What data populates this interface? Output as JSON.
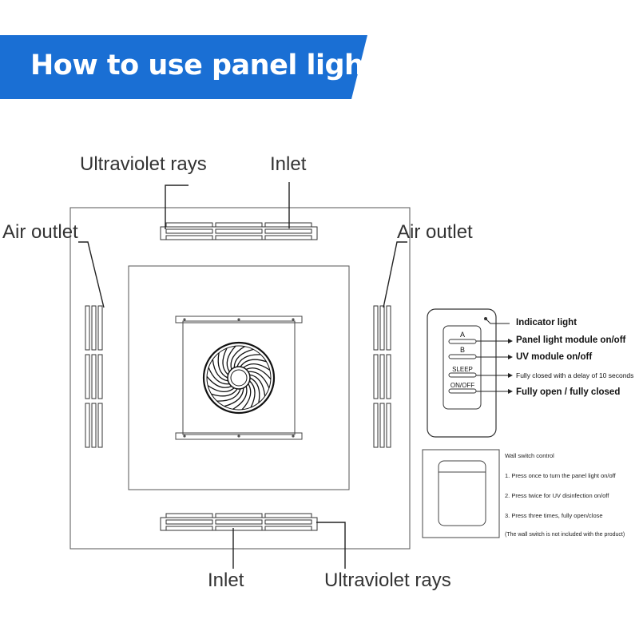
{
  "banner": {
    "title": "How to use panel light",
    "color": "#1a6fd4"
  },
  "labels": {
    "ultraviolet_top": "Ultraviolet rays",
    "inlet_top": "Inlet",
    "air_outlet_left": "Air outlet",
    "air_outlet_right": "Air outlet",
    "inlet_bottom": "Inlet",
    "ultraviolet_bottom": "Ultraviolet rays"
  },
  "remote": {
    "indicator": "Indicator light",
    "buttons": [
      {
        "key": "A",
        "desc": "Panel light module on/off"
      },
      {
        "key": "B",
        "desc": "UV module on/off"
      },
      {
        "key": "SLEEP",
        "desc": "Fully closed with a delay of 10 seconds"
      },
      {
        "key": "ON/OFF",
        "desc": "Fully open / fully closed"
      }
    ]
  },
  "wall_switch": {
    "title": "Wall switch control",
    "steps": [
      "1. Press once to turn the panel light on/off",
      "2. Press twice for UV disinfection on/off",
      "3. Press three times, fully open/close"
    ],
    "note": "(The wall switch is not included with the product)"
  }
}
